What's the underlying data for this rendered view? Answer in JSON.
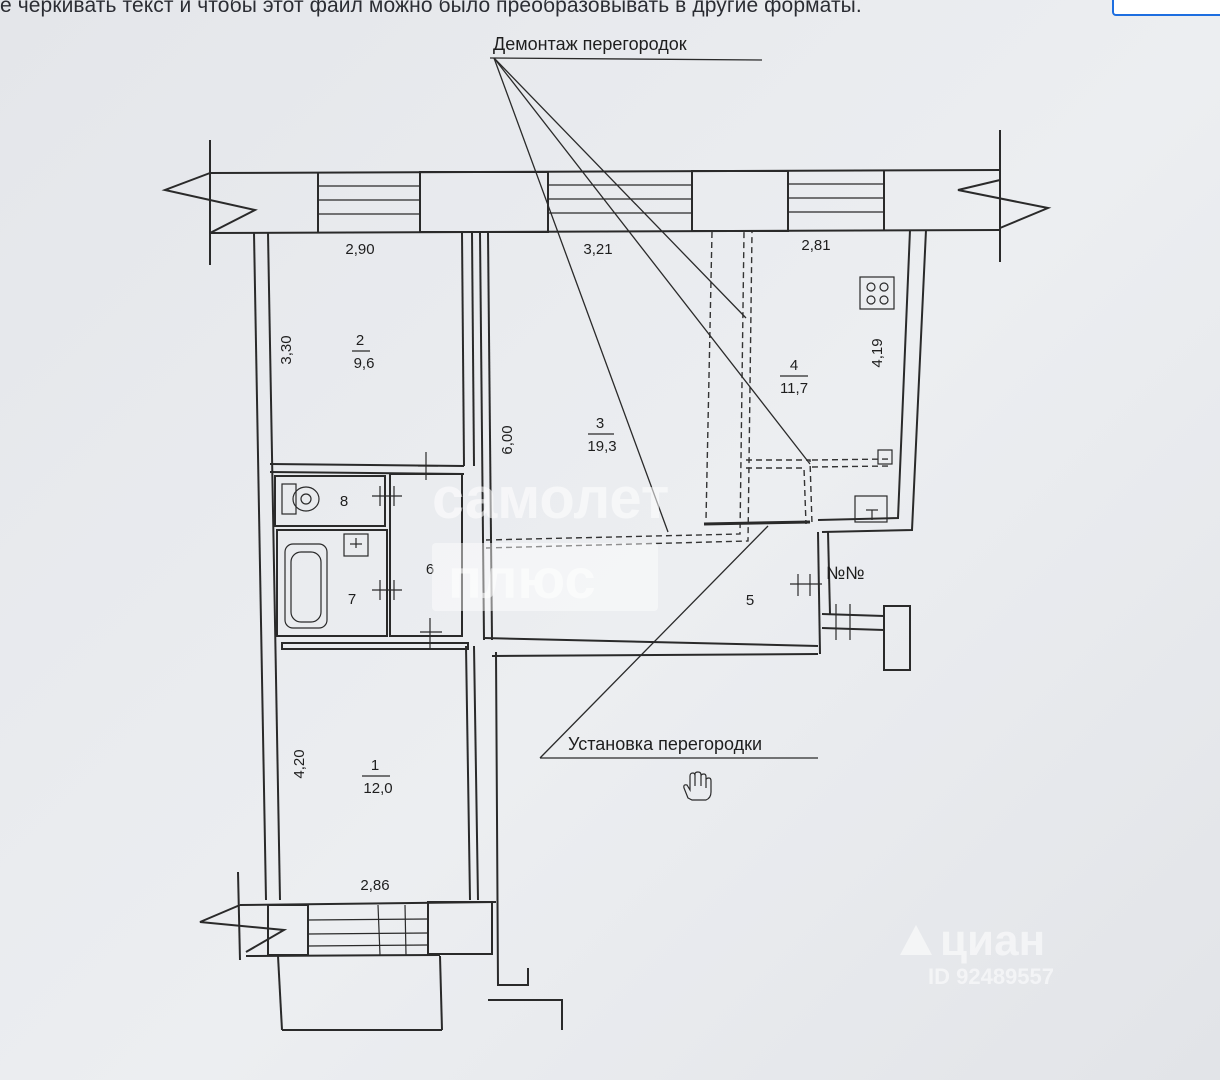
{
  "browser": {
    "top_text": "е черкивать текст и чтобы этот файл можно было преобразовывать в другие форматы."
  },
  "annotations": {
    "demolition": "Демонтаж перегородок",
    "installation": "Установка перегородки"
  },
  "rooms": {
    "r1": {
      "number": "1",
      "area": "12,0"
    },
    "r2": {
      "number": "2",
      "area": "9,6"
    },
    "r3": {
      "number": "3",
      "area": "19,3"
    },
    "r4": {
      "number": "4",
      "area": "11,7"
    },
    "r5": {
      "number": "5"
    },
    "r6": {
      "number": "6"
    },
    "r7": {
      "number": "7"
    },
    "r8": {
      "number": "8"
    }
  },
  "dimensions": {
    "room2_width": "2,90",
    "room3_width": "3,21",
    "room4_width": "2,81",
    "room2_height": "3,30",
    "room3_height": "6,00",
    "room4_height": "4,19",
    "room1_height": "4,20",
    "room1_width": "2,86"
  },
  "marks": {
    "entrance": "№№"
  },
  "watermarks": {
    "samolet_line1": "самолет",
    "samolet_line2": "плюс",
    "cian_brand": "циан",
    "cian_id": "ID 92489557"
  }
}
